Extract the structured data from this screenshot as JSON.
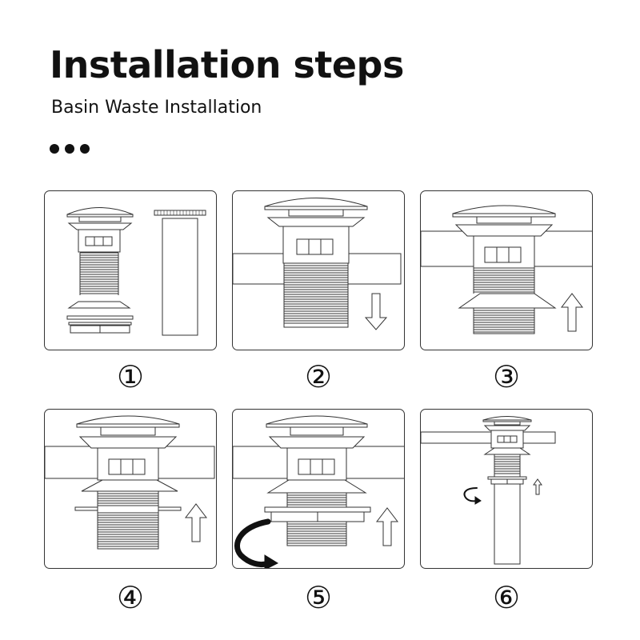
{
  "header": {
    "title": "Installation steps",
    "subtitle": "Basin Waste Installation"
  },
  "steps": [
    {
      "number": "①"
    },
    {
      "number": "②"
    },
    {
      "number": "③"
    },
    {
      "number": "④"
    },
    {
      "number": "⑤"
    },
    {
      "number": "⑥"
    }
  ],
  "colors": {
    "line": "#333333",
    "background": "#ffffff"
  }
}
